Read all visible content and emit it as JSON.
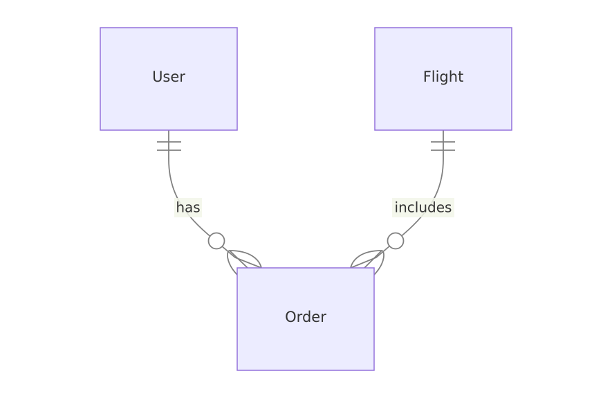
{
  "entities": {
    "user": {
      "label": "User"
    },
    "flight": {
      "label": "Flight"
    },
    "order": {
      "label": "Order"
    }
  },
  "relationships": {
    "user_order": {
      "label": "has"
    },
    "flight_order": {
      "label": "includes"
    }
  },
  "colors": {
    "entity_fill": "#ececff",
    "entity_stroke": "#9370db",
    "line": "#808080",
    "label_bg": "#f2f6e9",
    "text": "#333333"
  }
}
